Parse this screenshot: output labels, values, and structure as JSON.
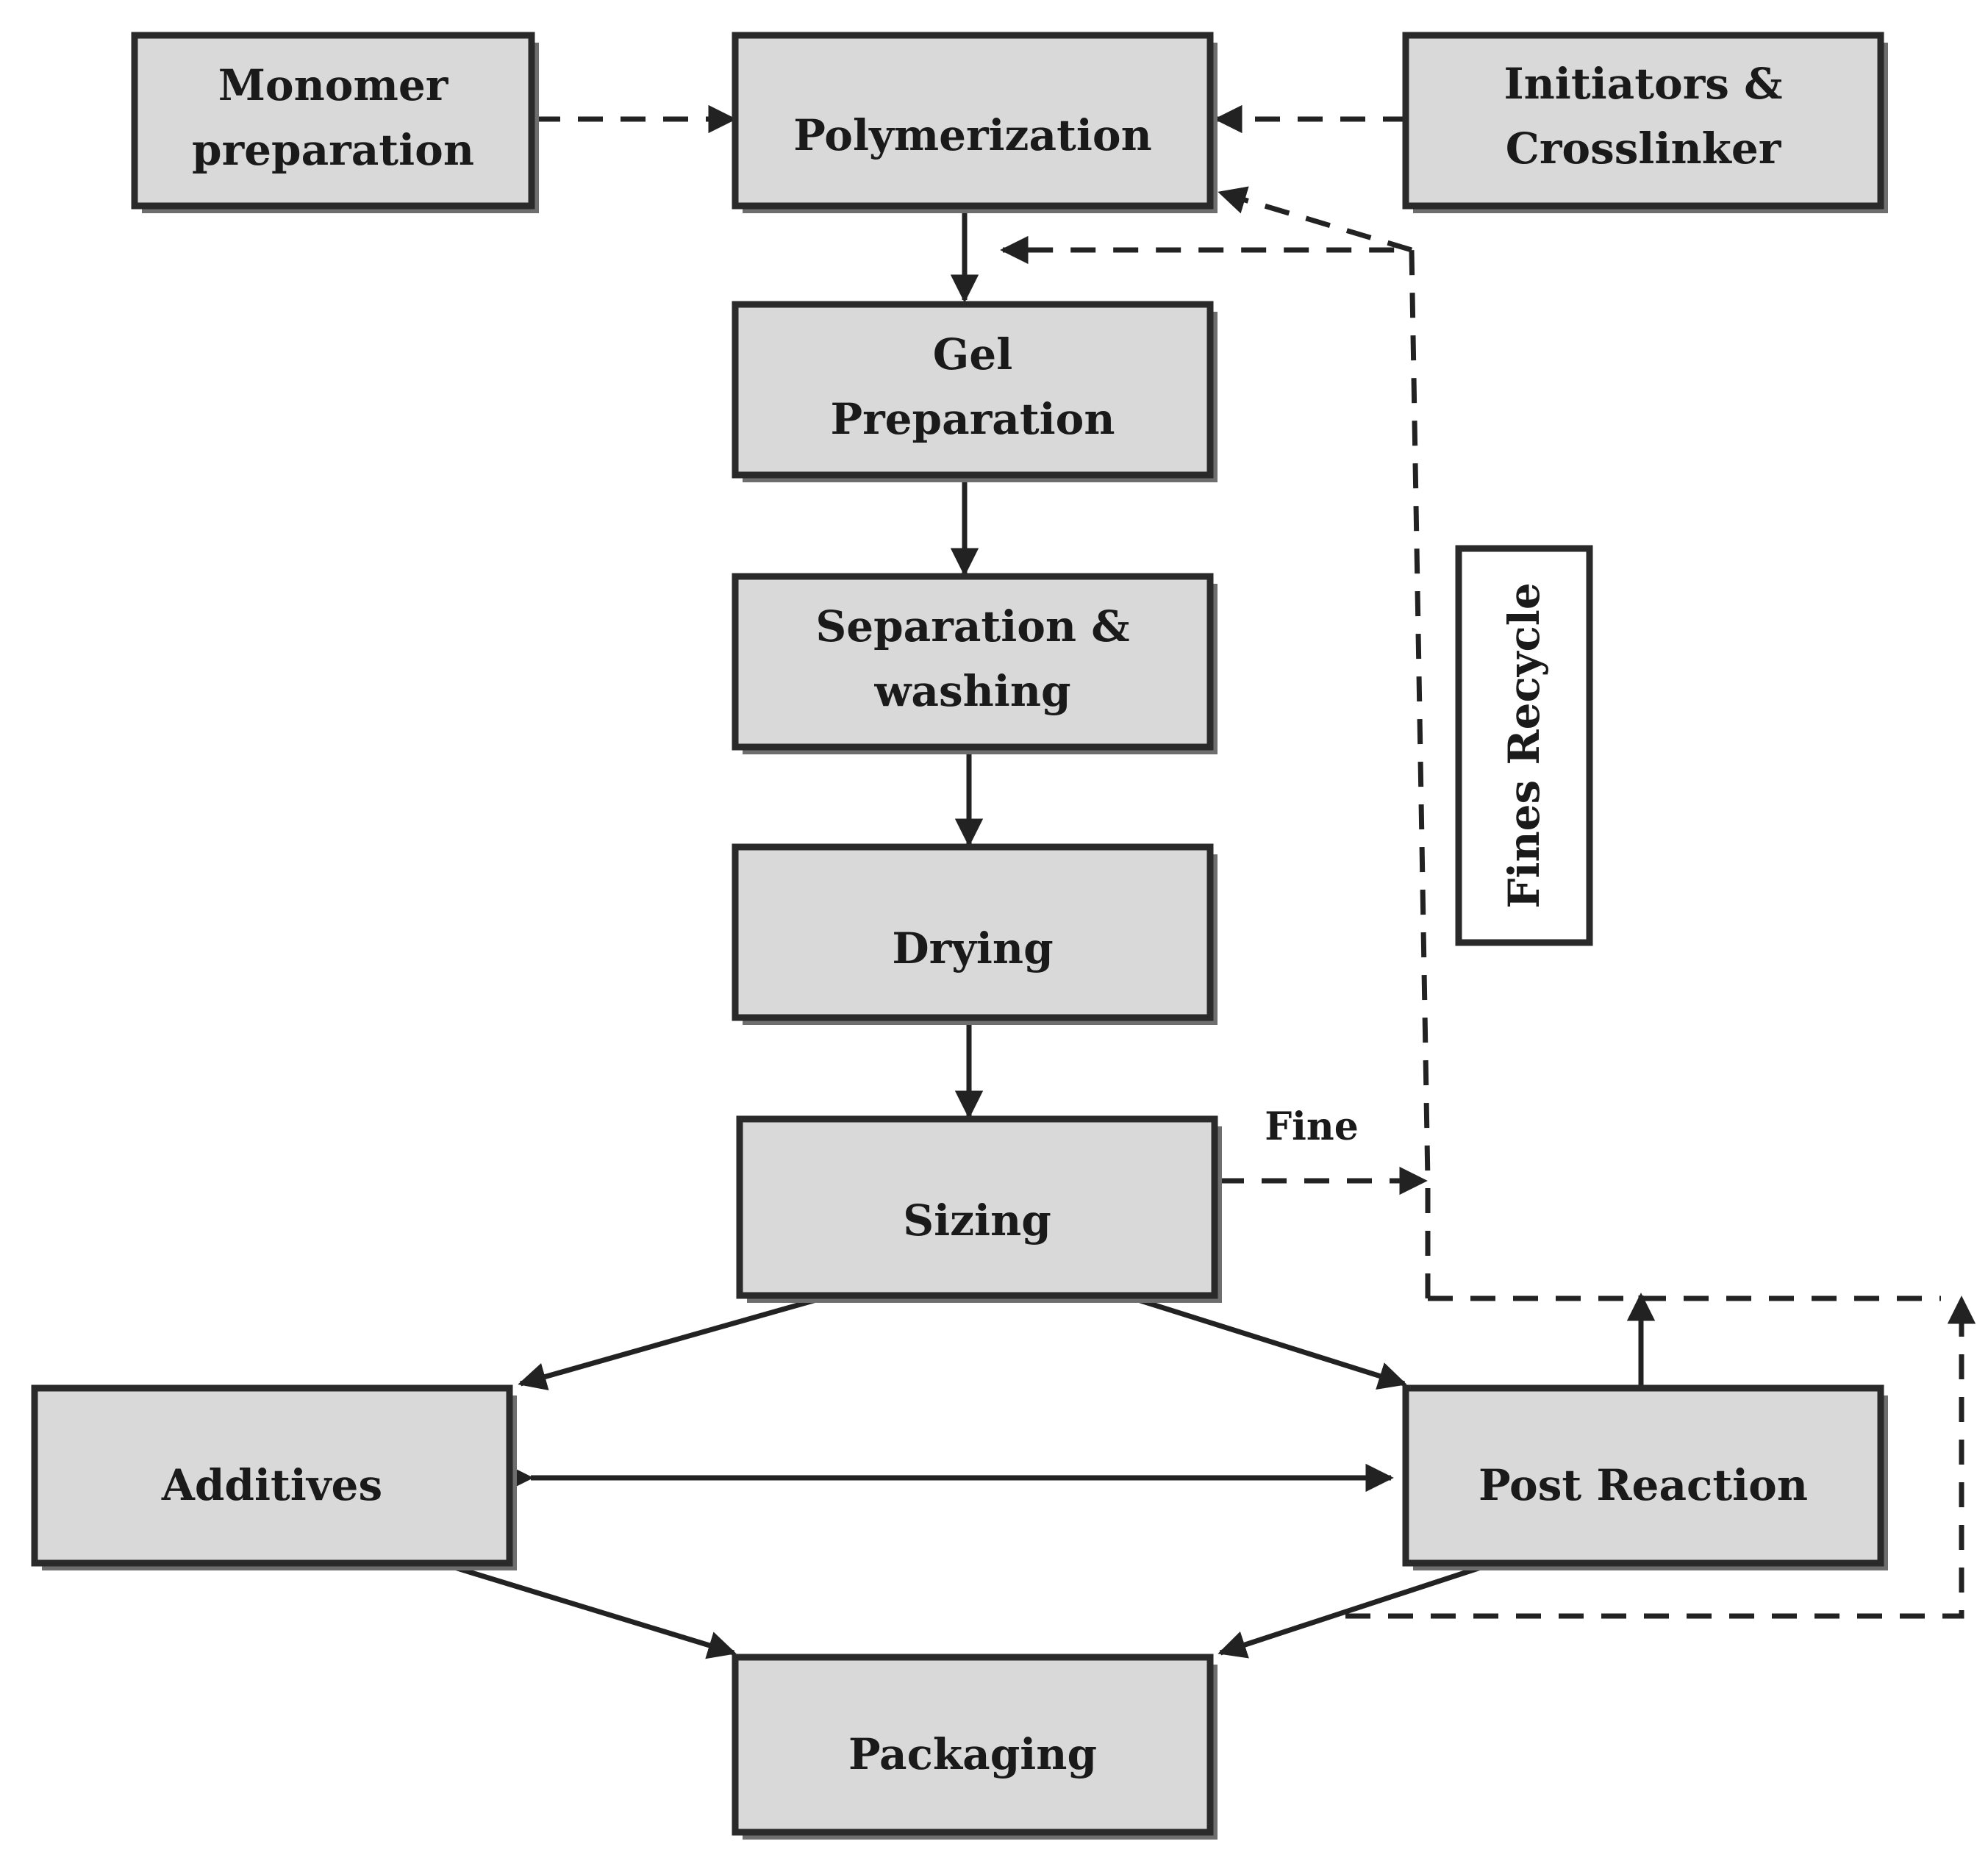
{
  "diagram": {
    "nodes": {
      "monomer": [
        "Monomer",
        "preparation"
      ],
      "polymerization": [
        "Polymerization"
      ],
      "initiators": [
        "Initiators &",
        "Crosslinker"
      ],
      "gel": [
        "Gel",
        "Preparation"
      ],
      "separation": [
        "Separation &",
        "washing"
      ],
      "drying": [
        "Drying"
      ],
      "sizing": [
        "Sizing"
      ],
      "additives": [
        "Additives"
      ],
      "post_reaction": [
        "Post Reaction"
      ],
      "packaging": [
        "Packaging"
      ],
      "fines_recycle": [
        "Fines Recycle"
      ]
    },
    "edge_labels": {
      "fine": "Fine"
    }
  }
}
